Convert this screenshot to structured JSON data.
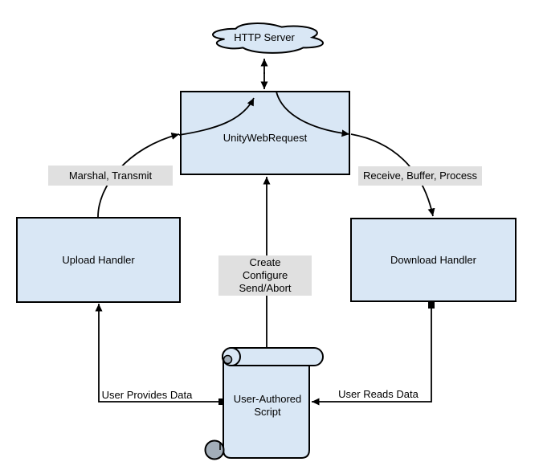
{
  "diagram": {
    "type": "flow-diagram",
    "nodes": {
      "http_server": {
        "label": "HTTP Server",
        "shape": "cloud"
      },
      "unity_web_request": {
        "label": "UnityWebRequest",
        "shape": "rectangle"
      },
      "upload_handler": {
        "label": "Upload Handler",
        "shape": "rectangle"
      },
      "download_handler": {
        "label": "Download Handler",
        "shape": "rectangle"
      },
      "user_authored_script": {
        "label_line1": "User-Authored",
        "label_line2": "Script",
        "shape": "scroll"
      }
    },
    "edge_labels": {
      "marshal": "Marshal, Transmit",
      "receive": "Receive, Buffer, Process",
      "create_line1": "Create",
      "create_line2": "Configure",
      "create_line3": "Send/Abort",
      "provides": "User Provides Data",
      "reads": "User Reads Data"
    },
    "colors": {
      "node_fill": "#d9e7f5",
      "edge_label_bg": "#e0e0e0",
      "stroke": "#000000",
      "scroll_curl_fill": "#a3aeb9",
      "background": "#ffffff"
    }
  }
}
